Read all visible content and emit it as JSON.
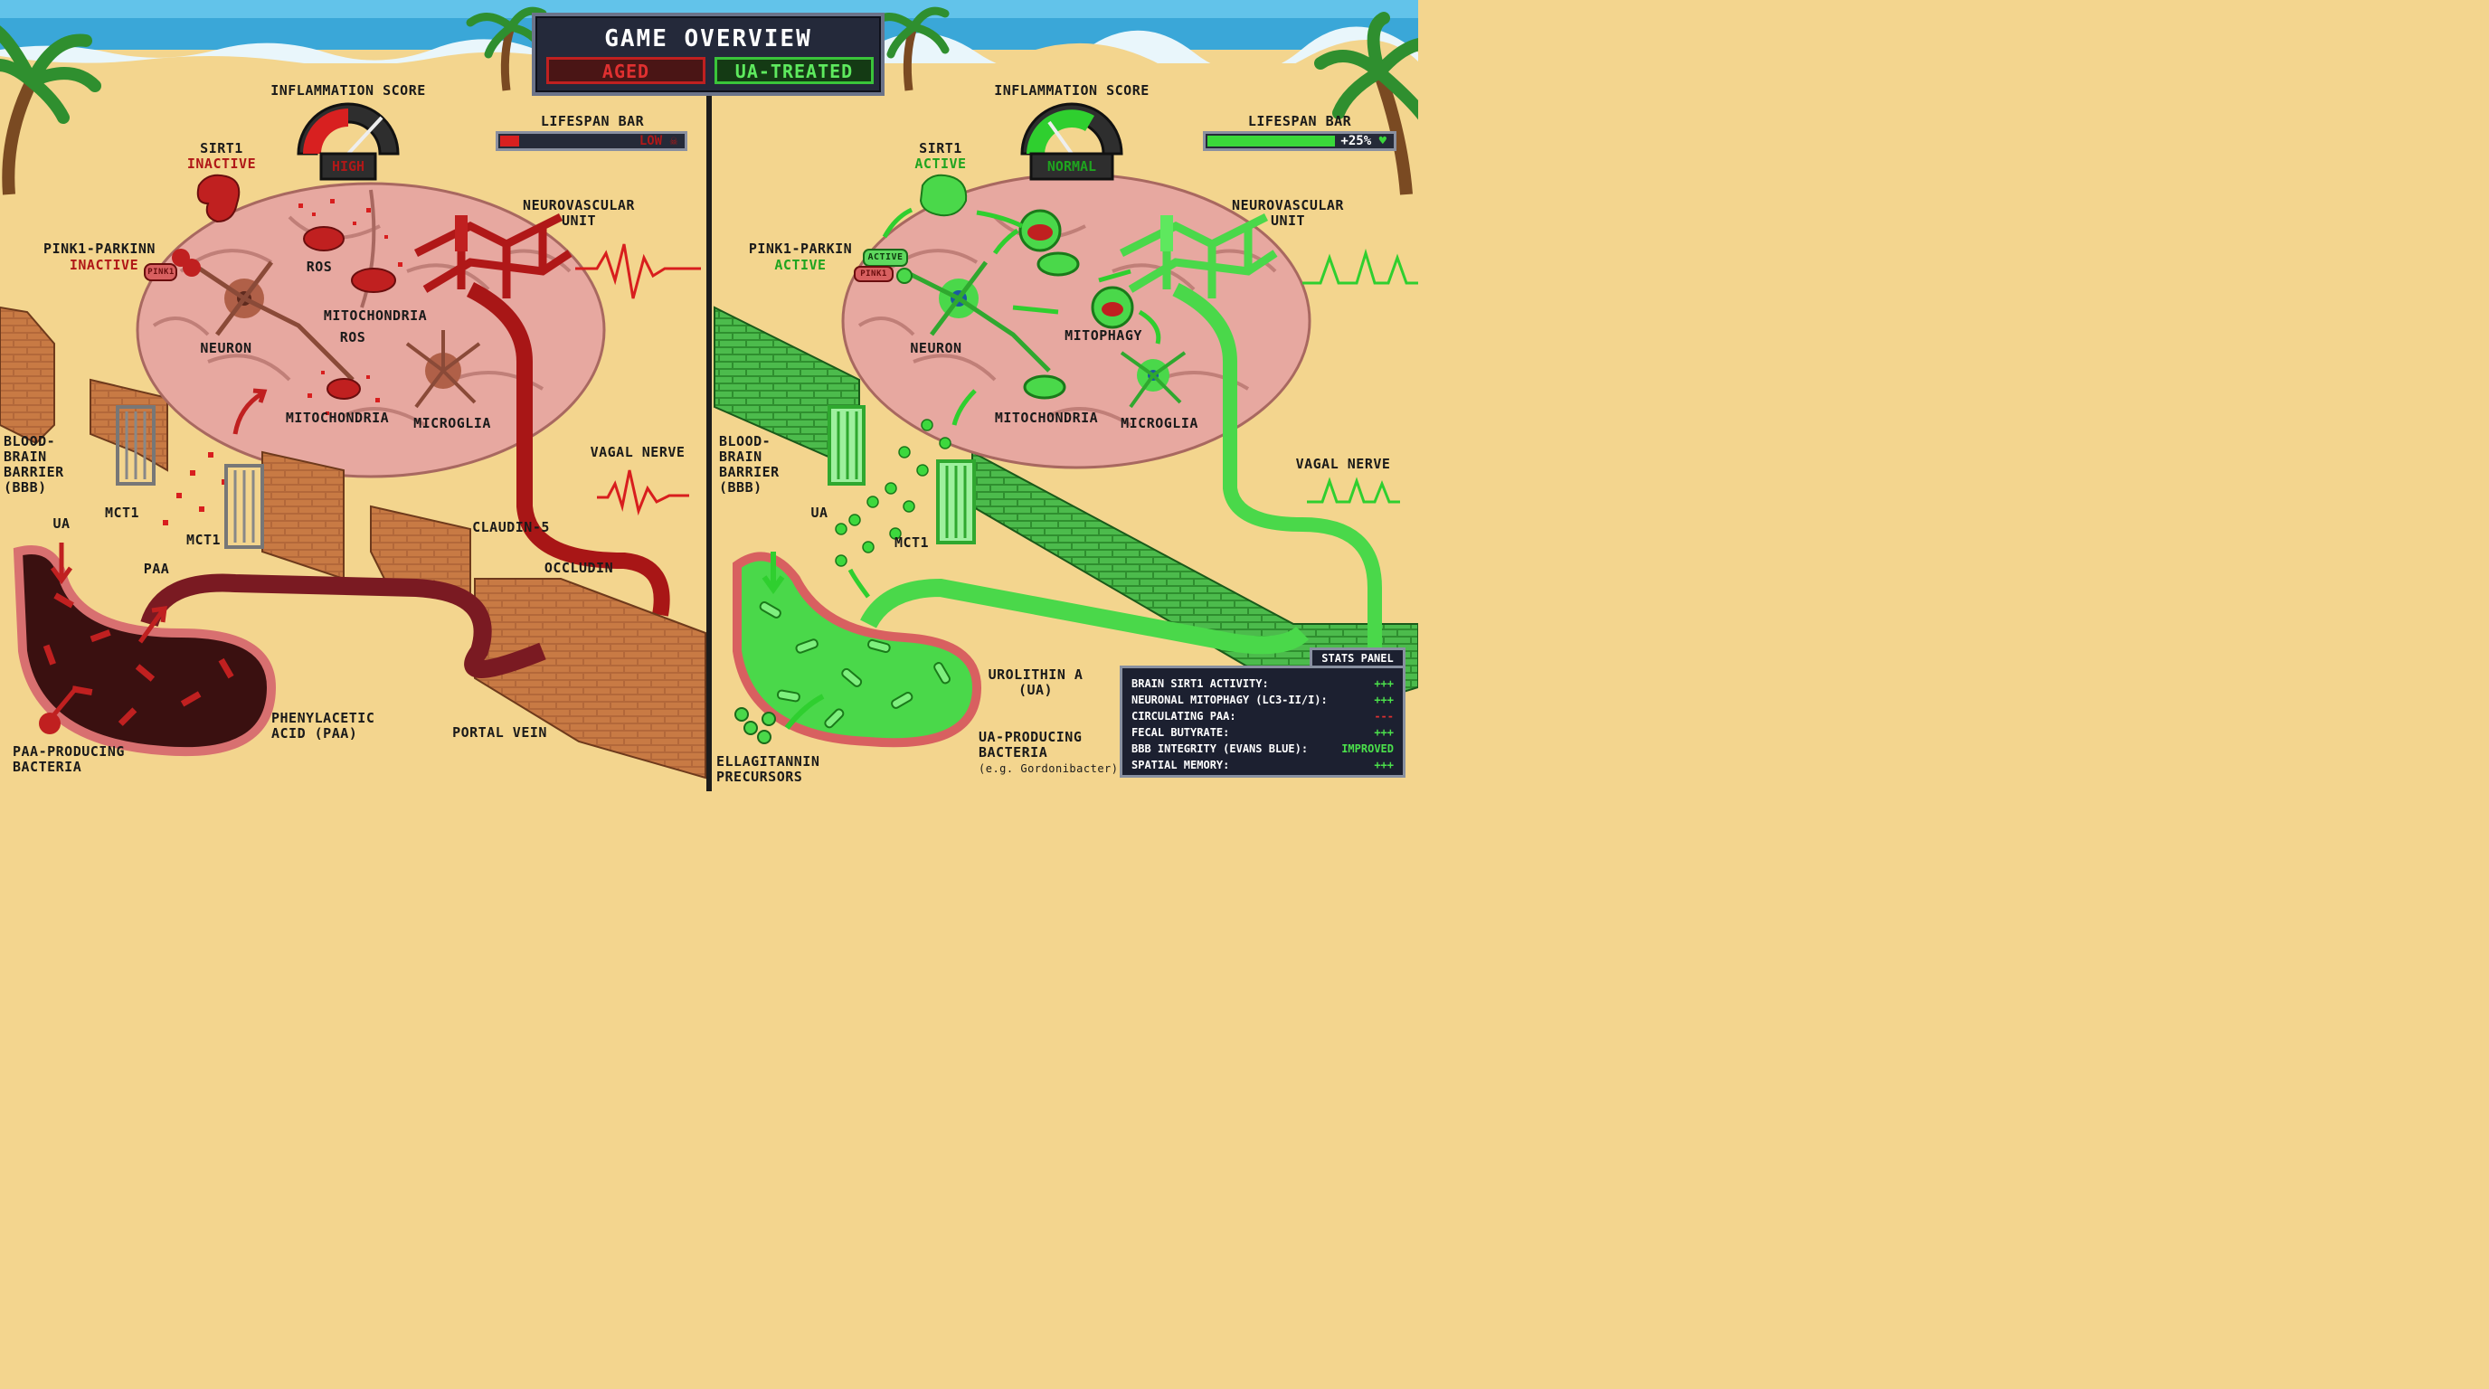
{
  "header": {
    "title": "GAME OVERVIEW",
    "tab_aged": "AGED",
    "tab_ua": "UA-TREATED"
  },
  "colors": {
    "aged_accent": "#c02020",
    "treated_accent": "#3ac43a",
    "sand": "#f3d58e",
    "panel_bg": "#1c2030"
  },
  "aged": {
    "inflammation_label": "INFLAMMATION SCORE",
    "inflammation_value": "HIGH",
    "inflammation_level": 0.85,
    "lifespan_label": "LIFESPAN BAR",
    "lifespan_value": "LOW",
    "lifespan_fill": 0.1,
    "lifespan_icon": "skull-icon",
    "sirt1": "SIRT1",
    "sirt1_state": "INACTIVE",
    "pink1": "PINK1-PARKINN",
    "pink1_state": "INACTIVE",
    "pink1_tag": "PINK1",
    "ros1": "ROS",
    "mitochondria1": "MITOCHONDRIA",
    "ros2": "ROS",
    "neuron": "NEURON",
    "mitochondria2": "MITOCHONDRIA",
    "microglia": "MICROGLIA",
    "nvu": "NEUROVASCULAR\nUNIT",
    "bbb": "BLOOD-\nBRAIN\nBARRIER (BBB)",
    "mct1a": "MCT1",
    "mct1b": "MCT1",
    "vagal": "VAGAL NERVE",
    "ua": "UA",
    "paa": "PAA",
    "claudin": "CLAUDIN-5",
    "occludin": "OCCLUDIN",
    "phenylacetic": "PHENYLACETIC\nACID (PAA)",
    "portal": "PORTAL VEIN",
    "paa_bacteria": "PAA-PRODUCING\nBACTERIA"
  },
  "treated": {
    "inflammation_label": "INFLAMMATION SCORE",
    "inflammation_value": "NORMAL",
    "inflammation_level": 0.3,
    "lifespan_label": "LIFESPAN BAR",
    "lifespan_value": "+25%",
    "lifespan_fill": 0.68,
    "lifespan_icon": "heart-icon",
    "sirt1": "SIRT1",
    "sirt1_state": "ACTIVE",
    "pink1": "PINK1-PARKIN",
    "pink1_state": "ACTIVE",
    "active_tag": "ACTIVE",
    "pink1_tag": "PINK1",
    "neuron": "NEURON",
    "mitophagy": "MITOPHAGY",
    "mitochondria": "MITOCHONDRIA",
    "microglia": "MICROGLIA",
    "nvu": "NEUROVASCULAR\nUNIT",
    "bbb": "BLOOD-\nBRAIN\nBARRIER (BBB)",
    "vagal": "VAGAL NERVE",
    "ua": "UA",
    "mct1": "MCT1",
    "urolithin": "UROLITHIN A\n(UA)",
    "ua_bacteria": "UA-PRODUCING\nBACTERIA",
    "ua_bacteria_example": "(e.g. Gordonibacter)",
    "ellagitannin": "ELLAGITANNIN\nPRECURSORS"
  },
  "stats": {
    "title": "STATS PANEL",
    "rows": [
      {
        "label": "BRAIN SIRT1 ACTIVITY:",
        "value": "+++",
        "color": "#4be04b"
      },
      {
        "label": "NEURONAL MITOPHAGY (LC3-II/I):",
        "value": "+++",
        "color": "#4be04b"
      },
      {
        "label": "CIRCULATING PAA:",
        "value": "---",
        "color": "#e03030"
      },
      {
        "label": "FECAL BUTYRATE:",
        "value": "+++",
        "color": "#4be04b"
      },
      {
        "label": "BBB INTEGRITY (EVANS BLUE):",
        "value": "IMPROVED",
        "color": "#4be04b"
      },
      {
        "label": "SPATIAL MEMORY:",
        "value": "+++",
        "color": "#4be04b"
      }
    ]
  }
}
